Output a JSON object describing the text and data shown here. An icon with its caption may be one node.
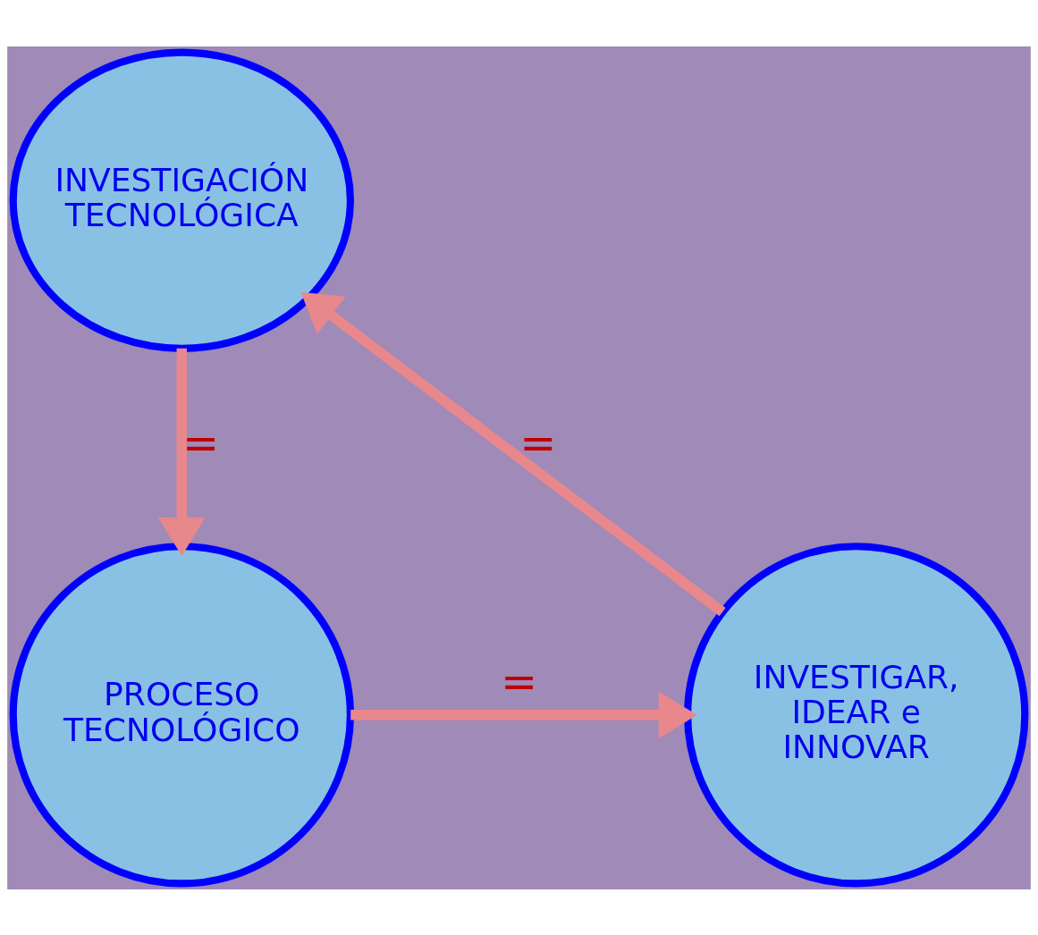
{
  "diagram": {
    "nodes": [
      {
        "text": [
          "INVESTIGACIÓN TECNOLÓGICA"
        ]
      },
      {
        "text": [
          "PROCESO TECNOLÓGICO"
        ]
      },
      {
        "text": [
          "INVESTIGAR, IDEAR e INNOVAR"
        ]
      }
    ],
    "edges": [
      {
        "from": 0,
        "to": 1,
        "arrow": "to",
        "label": "="
      },
      {
        "from": 1,
        "to": 2,
        "arrow": "to",
        "label": "="
      },
      {
        "from": 2,
        "to": 0,
        "arrow": "to",
        "label": "="
      }
    ]
  }
}
